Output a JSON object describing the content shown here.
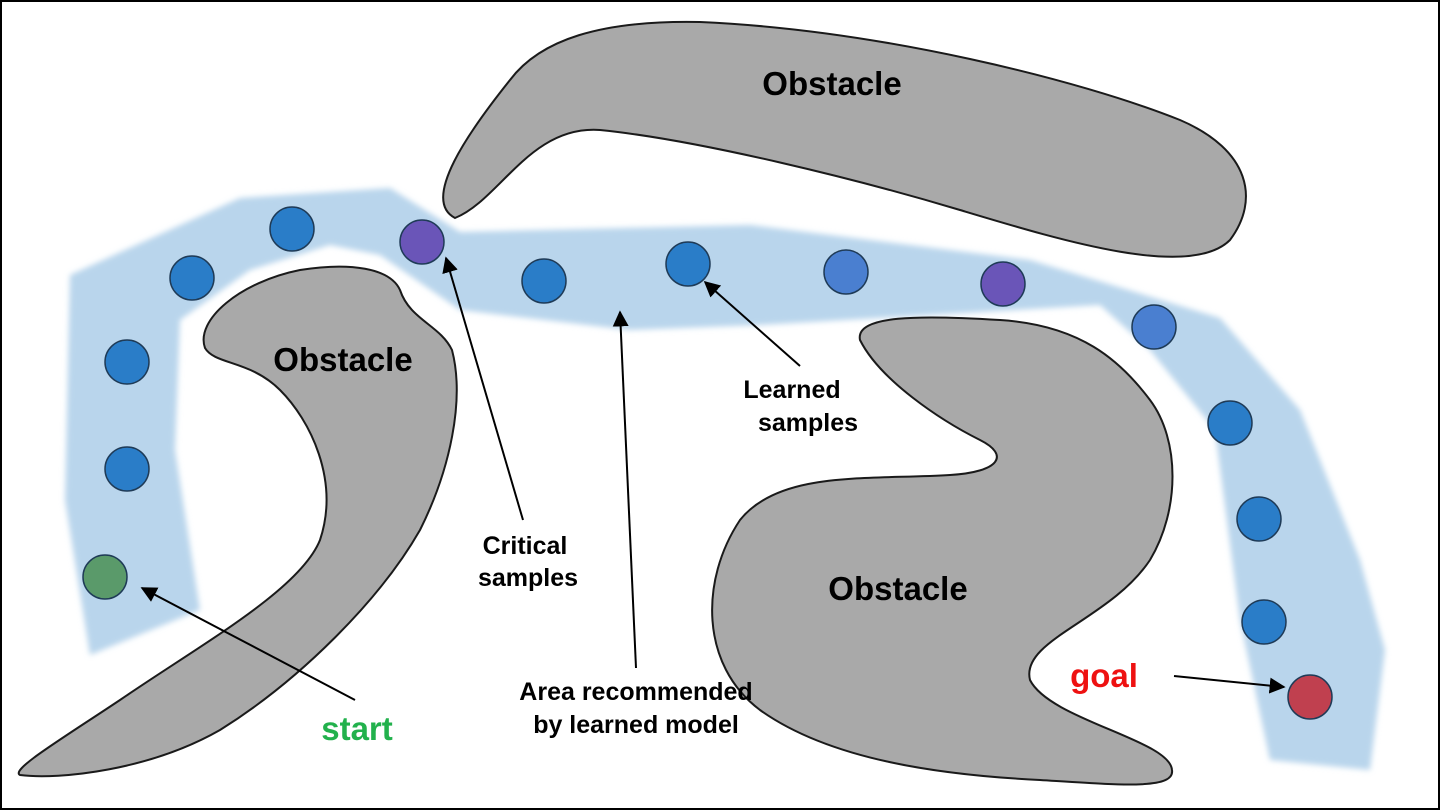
{
  "obstacles": [
    {
      "label": "Obstacle"
    },
    {
      "label": "Obstacle"
    },
    {
      "label": "Obstacle"
    }
  ],
  "annotations": {
    "critical_line1": "Critical",
    "critical_line2": "samples",
    "learned_line1": "Learned",
    "learned_line2": "samples",
    "area_line1": "Area recommended",
    "area_line2": "by learned model"
  },
  "start_label": "start",
  "goal_label": "goal",
  "colors": {
    "obstacle_fill": "#a9a9a9",
    "obstacle_stroke": "#1a1a1a",
    "corridor": "#b9d5ec",
    "learned_sample": "#2a7dc8",
    "learned_sample_light": "#4a7fd0",
    "critical_sample": "#6a55b8",
    "start_sample": "#5a9a6a",
    "goal_sample": "#c0404f",
    "start_text": "#22b14c",
    "goal_text": "#ee1111"
  }
}
